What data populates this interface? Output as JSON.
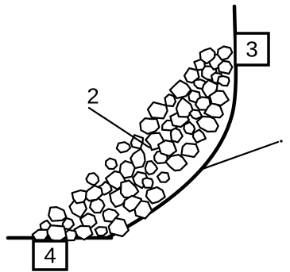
{
  "labels": {
    "label_2": "2",
    "label_3": "3",
    "label_4": "4"
  },
  "colors": {
    "stroke": "#000000",
    "background": "#ffffff"
  }
}
